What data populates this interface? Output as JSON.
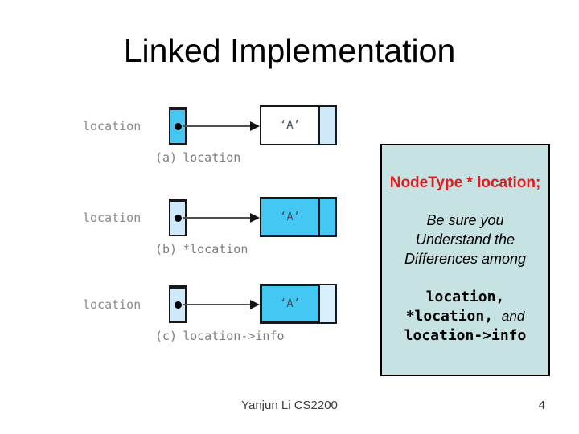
{
  "slide": {
    "title": "Linked Implementation",
    "footer": {
      "author": "Yanjun Li CS2200",
      "page_number": "4"
    }
  },
  "diagram": {
    "rows": [
      {
        "id": "a",
        "pointer_label": "location",
        "cell_value": "‘A’",
        "caption_prefix": "(a)",
        "caption_code": "location"
      },
      {
        "id": "b",
        "pointer_label": "location",
        "cell_value": "‘A’",
        "caption_prefix": "(b)",
        "caption_code": "*location"
      },
      {
        "id": "c",
        "pointer_label": "location",
        "cell_value": "‘A’",
        "caption_prefix": "(c)",
        "caption_code": "location->info"
      }
    ]
  },
  "panel": {
    "declaration": "NodeType * location;",
    "note_line1": "Be sure you",
    "note_line2": "Understand the",
    "note_line3": "Differences among",
    "code_line1": "location,",
    "code_line2_code": "*location",
    "code_line2_sep": ", ",
    "code_line2_word": "and",
    "code_line3": "location->info"
  },
  "colors": {
    "highlight_cyan": "#44c7f2",
    "pale_blue": "#cfe9fb",
    "paler_blue": "#daeffc",
    "panel_bg": "#c6e2e2",
    "declaration_red": "#e31b1e"
  }
}
